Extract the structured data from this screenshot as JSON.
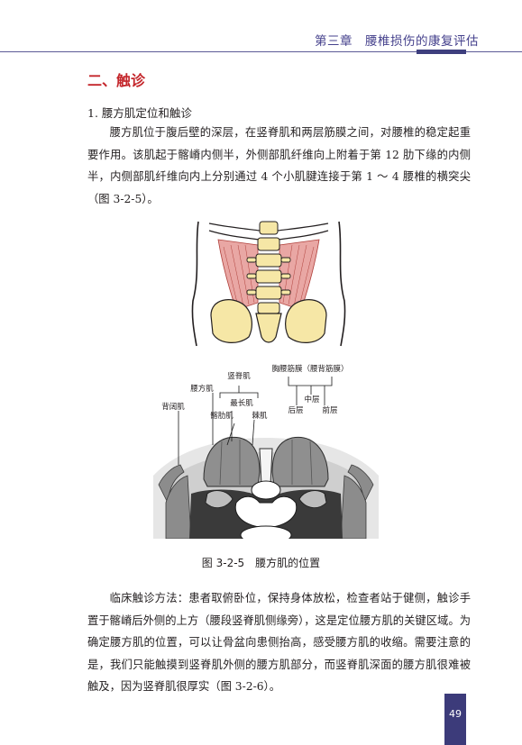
{
  "header": {
    "chapter_title": "第三章　腰椎损伤的康复评估",
    "accent_color": "#3e3f7e"
  },
  "section": {
    "heading": "二、触诊",
    "heading_color": "#c4262b",
    "subheading": "1. 腰方肌定位和触诊"
  },
  "paragraph1": "腰方肌位于腹后壁的深层，在竖脊肌和两层筋膜之间，对腰椎的稳定起重要作用。该肌起于髂嵴内侧半，外侧部肌纤维向上附着于第 12 肋下缘的内侧半，内侧部肌纤维向内上分别通过 4 个小肌腱连接于第 1 ～ 4 腰椎的横突尖（图 3-2-5）。",
  "figure": {
    "labels": {
      "erector_spinae": "竖脊肌",
      "thoracolumbar_fascia": "胸腰筋膜（腰背筋膜）",
      "quadratus_lumborum": "腰方肌",
      "latissimus_dorsi": "背阔肌",
      "longissimus": "最长肌",
      "middle_layer": "中层",
      "posterior_layer": "后层",
      "anterior_layer": "前层",
      "iliocostalis": "髂肋肌",
      "multifidus": "棘肌"
    },
    "caption": "图 3-2-5　腰方肌的位置"
  },
  "paragraph2": "临床触诊方法：患者取俯卧位，保持身体放松，检查者站于健侧，触诊手置于髂嵴后外侧的上方（腰段竖脊肌侧缘旁），这是定位腰方肌的关键区域。为确定腰方肌的位置，可以让骨盆向患侧抬高，感受腰方肌的收缩。需要注意的是，我们只能触摸到竖脊肌外侧的腰方肌部分，而竖脊肌深面的腰方肌很难被触及，因为竖脊肌很厚实（图 3-2-6）。",
  "page_number": "49"
}
